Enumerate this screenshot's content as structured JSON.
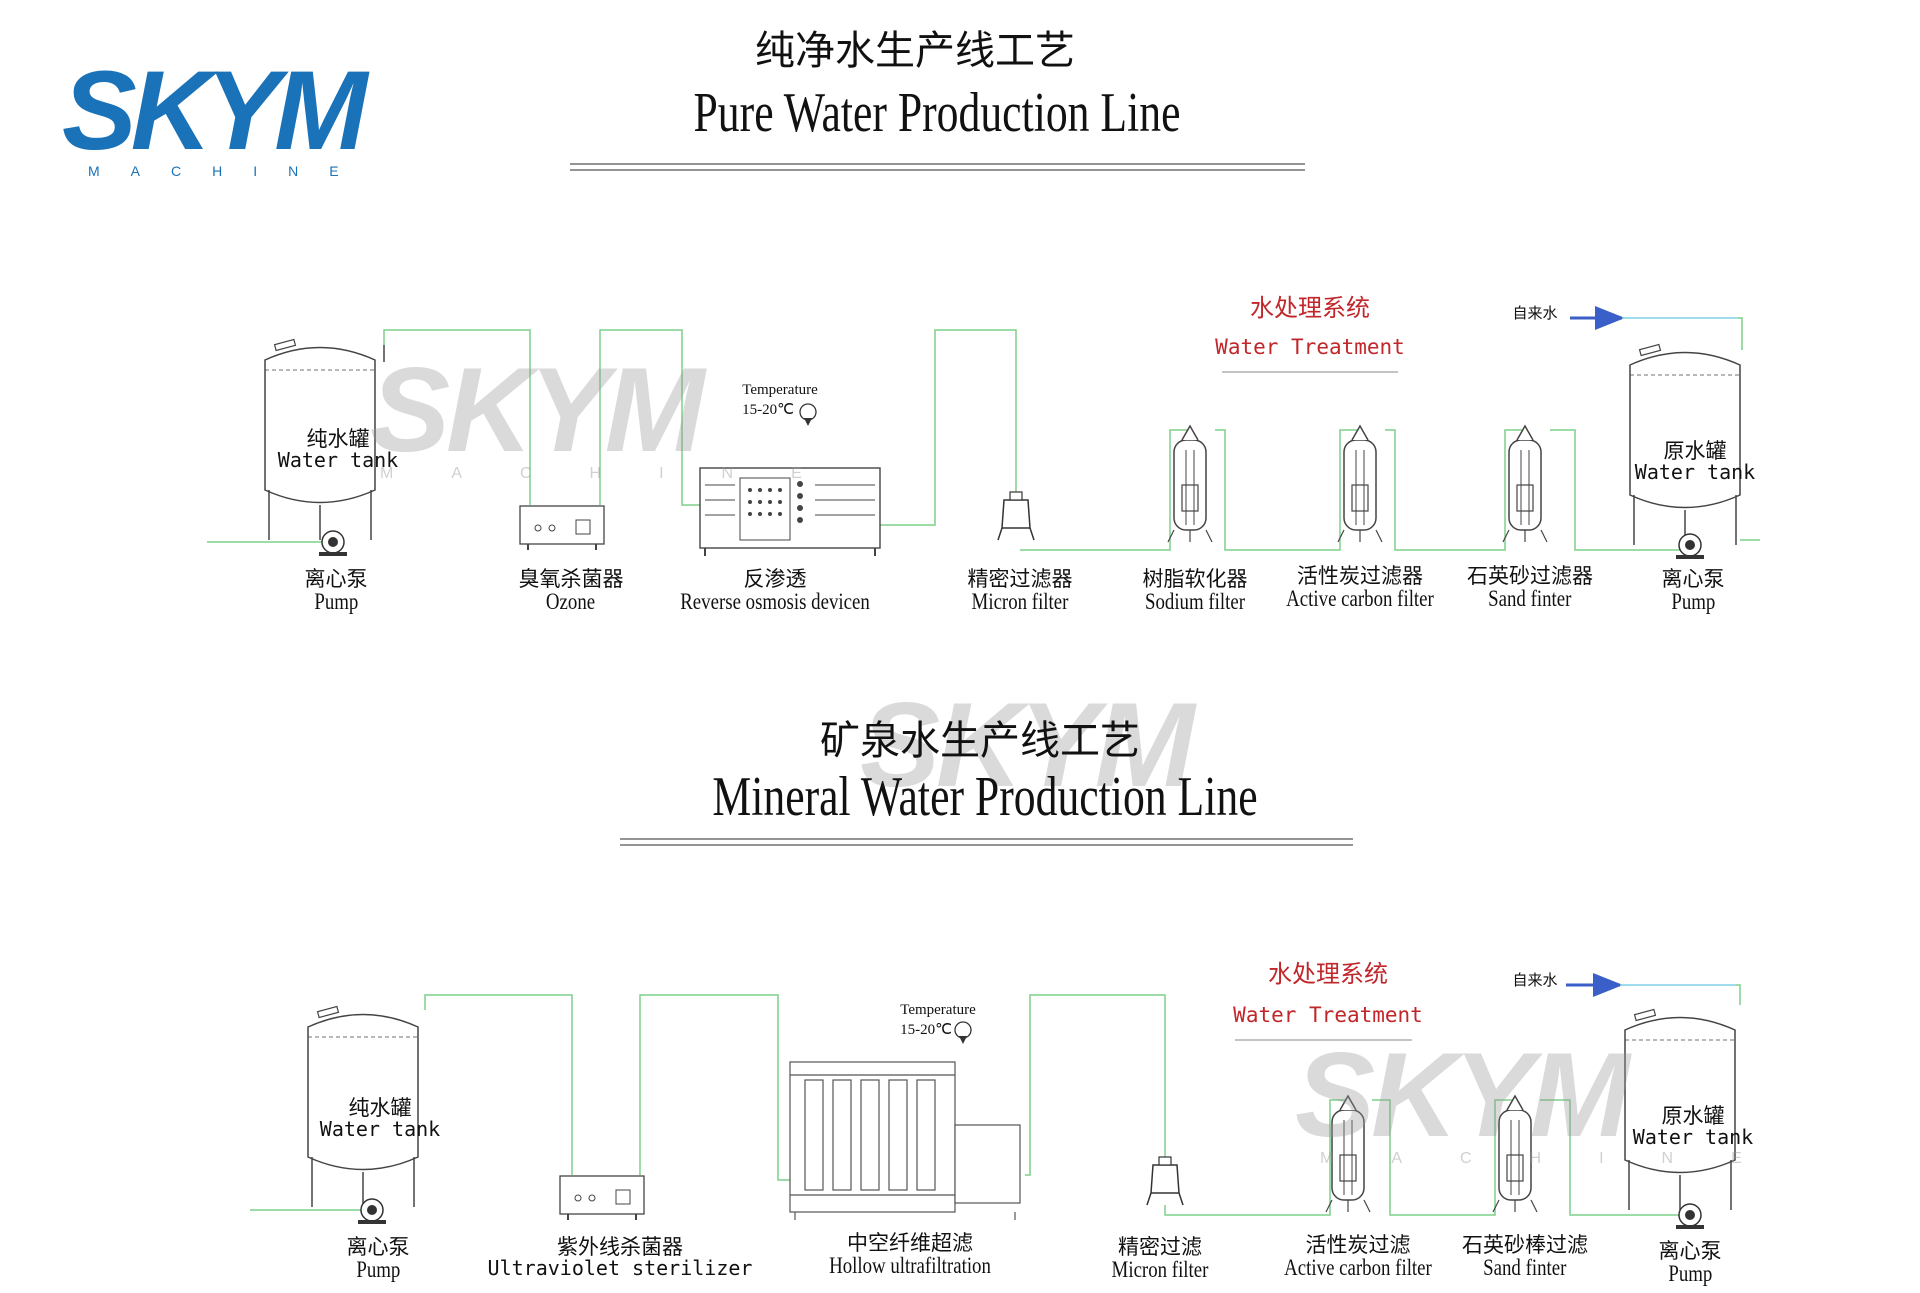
{
  "logo": {
    "main": "SKYM",
    "sub": "MACHINE"
  },
  "watermark": {
    "main": "SKYM",
    "sub": "MACHINE"
  },
  "section1": {
    "title_cn": "纯净水生产线工艺",
    "title_en": "Pure Water Production Line",
    "water_treatment_cn": "水处理系统",
    "water_treatment_en": "Water Treatment",
    "tap_water": "自来水",
    "temperature_label": "Temperature",
    "temperature_range": "15-20℃",
    "pure_tank": {
      "cn": "纯水罐",
      "en": "Water tank"
    },
    "raw_tank": {
      "cn": "原水罐",
      "en": "Water tank"
    },
    "items": [
      {
        "cn": "离心泵",
        "en": "Pump"
      },
      {
        "cn": "臭氧杀菌器",
        "en": "Ozone"
      },
      {
        "cn": "反渗透",
        "en": "Reverse osmosis devicen"
      },
      {
        "cn": "精密过滤器",
        "en": "Micron filter"
      },
      {
        "cn": "树脂软化器",
        "en": "Sodium filter"
      },
      {
        "cn": "活性炭过滤器",
        "en": "Active carbon filter"
      },
      {
        "cn": "石英砂过滤器",
        "en": "Sand finter"
      },
      {
        "cn": "离心泵",
        "en": "Pump"
      }
    ]
  },
  "section2": {
    "title_cn": "矿泉水生产线工艺",
    "title_en": "Mineral Water Production Line",
    "water_treatment_cn": "水处理系统",
    "water_treatment_en": "Water Treatment",
    "tap_water": "自来水",
    "temperature_label": "Temperature",
    "temperature_range": "15-20℃",
    "pure_tank": {
      "cn": "纯水罐",
      "en": "Water tank"
    },
    "raw_tank": {
      "cn": "原水罐",
      "en": "Water tank"
    },
    "items": [
      {
        "cn": "离心泵",
        "en": "Pump"
      },
      {
        "cn": "紫外线杀菌器",
        "en": "Ultraviolet sterilizer"
      },
      {
        "cn": "中空纤维超滤",
        "en": "Hollow ultrafiltration"
      },
      {
        "cn": "精密过滤",
        "en": "Micron filter"
      },
      {
        "cn": "活性炭过滤",
        "en": "Active carbon filter"
      },
      {
        "cn": "石英砂棒过滤",
        "en": "Sand finter"
      },
      {
        "cn": "离心泵",
        "en": "Pump"
      }
    ]
  },
  "colors": {
    "pipe": "#7fd08a",
    "logo": "#1a72b8",
    "accent_red": "#c0262a",
    "arrow": "#3a5fc8",
    "line": "#444444"
  }
}
